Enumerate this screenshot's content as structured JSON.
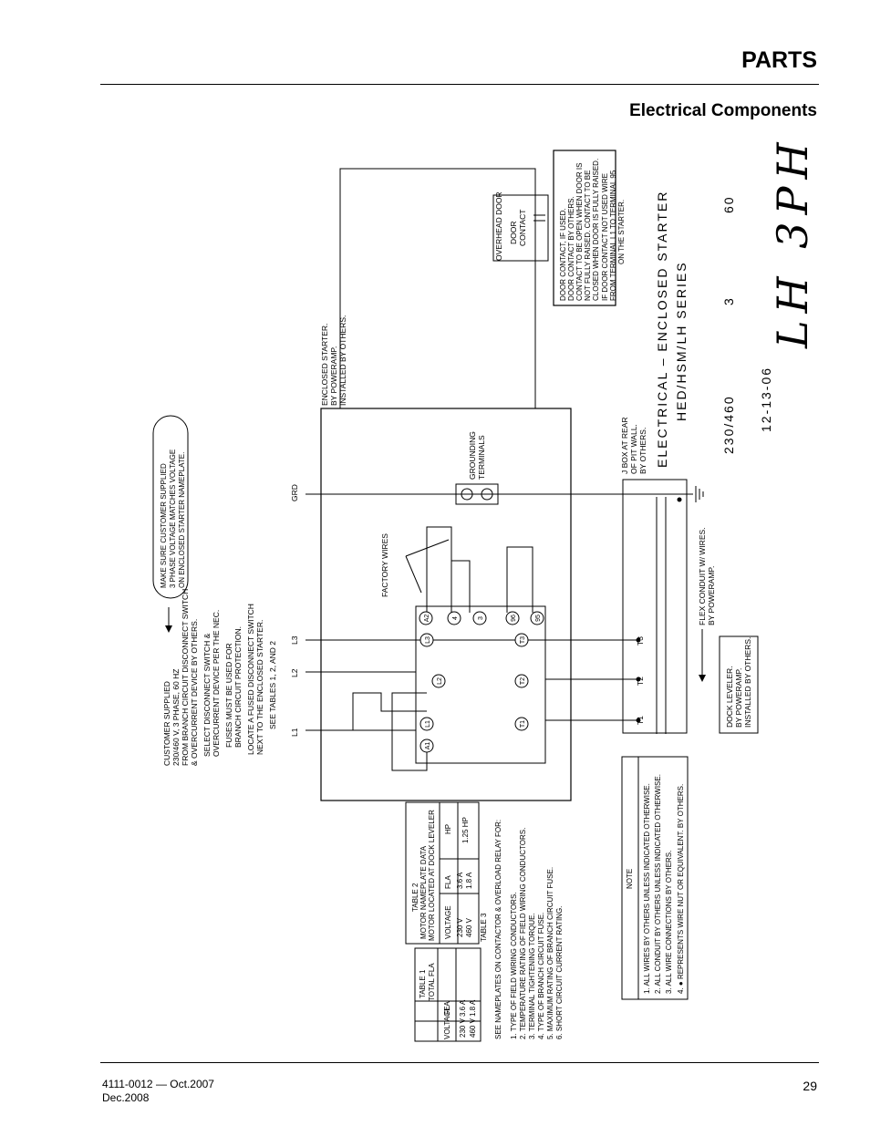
{
  "header": {
    "title": "PARTS",
    "section": "Electrical Components"
  },
  "footer": {
    "doc_number": "4111-0012 — Oct.2007",
    "revision": "Dec.2008",
    "page_number": "29"
  },
  "diagram": {
    "title_block": {
      "big_title": "LH 3PH",
      "line1": "ELECTRICAL – ENCLOSED STARTER",
      "line2": "HED/HSM/LH SERIES",
      "voltage": "230/460",
      "phase": "3",
      "hz": "60",
      "date": "12-13-06"
    },
    "labels": {
      "customer_supplied": [
        "CUSTOMER SUPPLIED",
        "230/460 V, 3 PHASE, 60 HZ",
        "FROM BRANCH CIRCUIT DISCONNECT SWITCH",
        "& OVERCURRENT DEVICE BY OTHERS.",
        "SELECT DISCONNECT SWITCH &",
        "OVERCURRENT DEVICE PER THE NEC.",
        "FUSES MUST BE USED FOR",
        "BRANCH CIRCUIT PROTECTION.",
        "LOCATE A FUSED DISCONNECT SWITCH",
        "NEXT TO THE ENCLOSED STARTER.",
        "SEE TABLES 1, 2, AND 2"
      ],
      "make_sure": [
        "MAKE SURE CUSTOMER SUPPLIED",
        "3 PHASE VOLTAGE MATCHES VOLTAGE",
        "ON ENCLOSED STARTER NAMEPLATE."
      ],
      "enclosed_starter": [
        "ENCLOSED STARTER.",
        "BY POWERAMP.",
        "INSTALLED BY OTHERS."
      ],
      "overhead_door": "OVERHEAD DOOR",
      "door_contact": [
        "DOOR",
        "CONTACT"
      ],
      "door_contact_note": [
        "DOOR CONTACT, IF USED.",
        "DOOR CONTACT BY OTHERS.",
        "CONTACT TO BE OPEN WHEN DOOR IS",
        "NOT FULLY RAISED. CONTACT TO BE",
        "CLOSED WHEN DOOR IS FULLY RAISED.",
        "IF DOOR CONTACT NOT USED WIRE",
        "FROM TERMINAL L1 TO TERMINAL 95",
        "ON THE STARTER."
      ],
      "grounding": [
        "GROUNDING",
        "TERMINALS"
      ],
      "jbox": [
        "J BOX AT REAR",
        "OF PIT WALL.",
        "BY OTHERS."
      ],
      "flex_conduit": [
        "FLEX CONDUIT W/ WIRES.",
        "BY POWERAMP."
      ],
      "dock_leveler": [
        "DOCK LEVELER.",
        "BY POWERAMP.",
        "INSTALLED BY OTHERS."
      ],
      "factory_wires": "FACTORY WIRES",
      "grd": "GRD",
      "l1": "L1",
      "l2": "L2",
      "l3": "L3",
      "t1": "T1",
      "t2": "T2",
      "t3": "T3",
      "terminals": [
        "A1",
        "L1",
        "L2",
        "L3",
        "A2",
        "4",
        "3",
        "96",
        "95",
        "T1",
        "T2",
        "T3"
      ]
    },
    "table1": {
      "title": [
        "TABLE 1",
        "TOTAL FLA"
      ],
      "headers": [
        "VOLTAGE",
        "FLA"
      ],
      "rows": [
        [
          "230 V",
          "3.6 A"
        ],
        [
          "460 V",
          "1.8 A"
        ]
      ]
    },
    "table2": {
      "title": [
        "TABLE 2",
        "MOTOR NAMEPLATE DATA",
        "MOTOR LOCATED AT DOCK LEVELER"
      ],
      "headers": [
        "VOLTAGE",
        "FLA",
        "HP"
      ],
      "rows": [
        [
          "230 V",
          "3.6 A",
          "1.25 HP"
        ],
        [
          "460 V",
          "1.8 A",
          ""
        ]
      ]
    },
    "table3": {
      "title": "TABLE 3",
      "intro": "SEE NAMEPLATES ON CONTACTOR & OVERLOAD RELAY FOR:",
      "items": [
        "1. TYPE OF FIELD WIRING CONDUCTORS.",
        "2. TEMPERATURE RATING OF FIELD WIRING CONDUCTORS.",
        "3. TERMINAL TIGHTENING TORQUE.",
        "4. TYPE OF BRANCH CIRCUIT FUSE.",
        "5. MAXIMUM RATING OF BRANCH CIRCUIT FUSE.",
        "6. SHORT CIRCUIT CURRENT RATING."
      ]
    },
    "notes": {
      "title": "NOTE",
      "items": [
        "1. ALL WIRES BY OTHERS UNLESS INDICATED OTHERWISE.",
        "2. ALL CONDUIT BY OTHERS UNLESS INDICATED OTHERWISE.",
        "3. ALL WIRE CONNECTIONS BY OTHERS.",
        "4. ● REPRESENTS WIRE NUT OR EQUIVALENT. BY OTHERS."
      ]
    }
  }
}
